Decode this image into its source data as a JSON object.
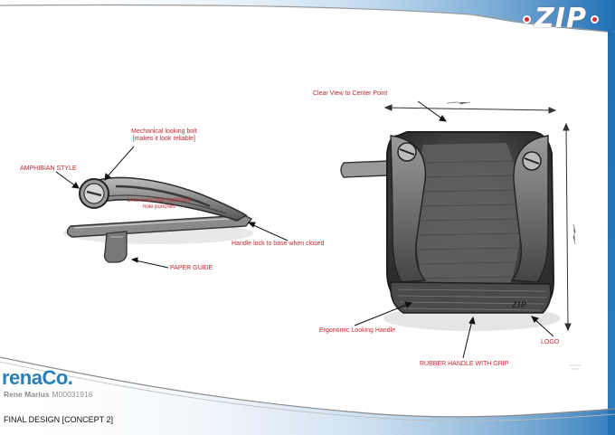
{
  "header": {
    "logo_text": "ZIP",
    "accent_color": "#e3262b",
    "band_color": "#1f6fb5"
  },
  "left_sketch": {
    "notes": {
      "mechanical_bolt_line1": "Mechanical looking bolt",
      "mechanical_bolt_line2": "[makes it look reliable]",
      "amphibian": "AMPHIBIAN STYLE",
      "less_metal_line1": "Less metal than traditional",
      "less_metal_line2": "hole punches",
      "handle_lock": "Handle lock to base when closed",
      "paper_guide": "PAPER GUIDE"
    }
  },
  "right_sketch": {
    "notes": {
      "clear_view": "Clear View to Center Point",
      "ergonomic": "Ergonomic Looking Handle",
      "logo": "LOGO",
      "rubber_handle": "RUBBER HANDLE WITH GRIP"
    },
    "engraved_logo": "ZIP"
  },
  "brand": {
    "name": "renaCo.",
    "designer": "Rene Marius",
    "designer_id": "M00031916"
  },
  "footer": {
    "title": "FINAL DESIGN [CONCEPT 2]"
  }
}
